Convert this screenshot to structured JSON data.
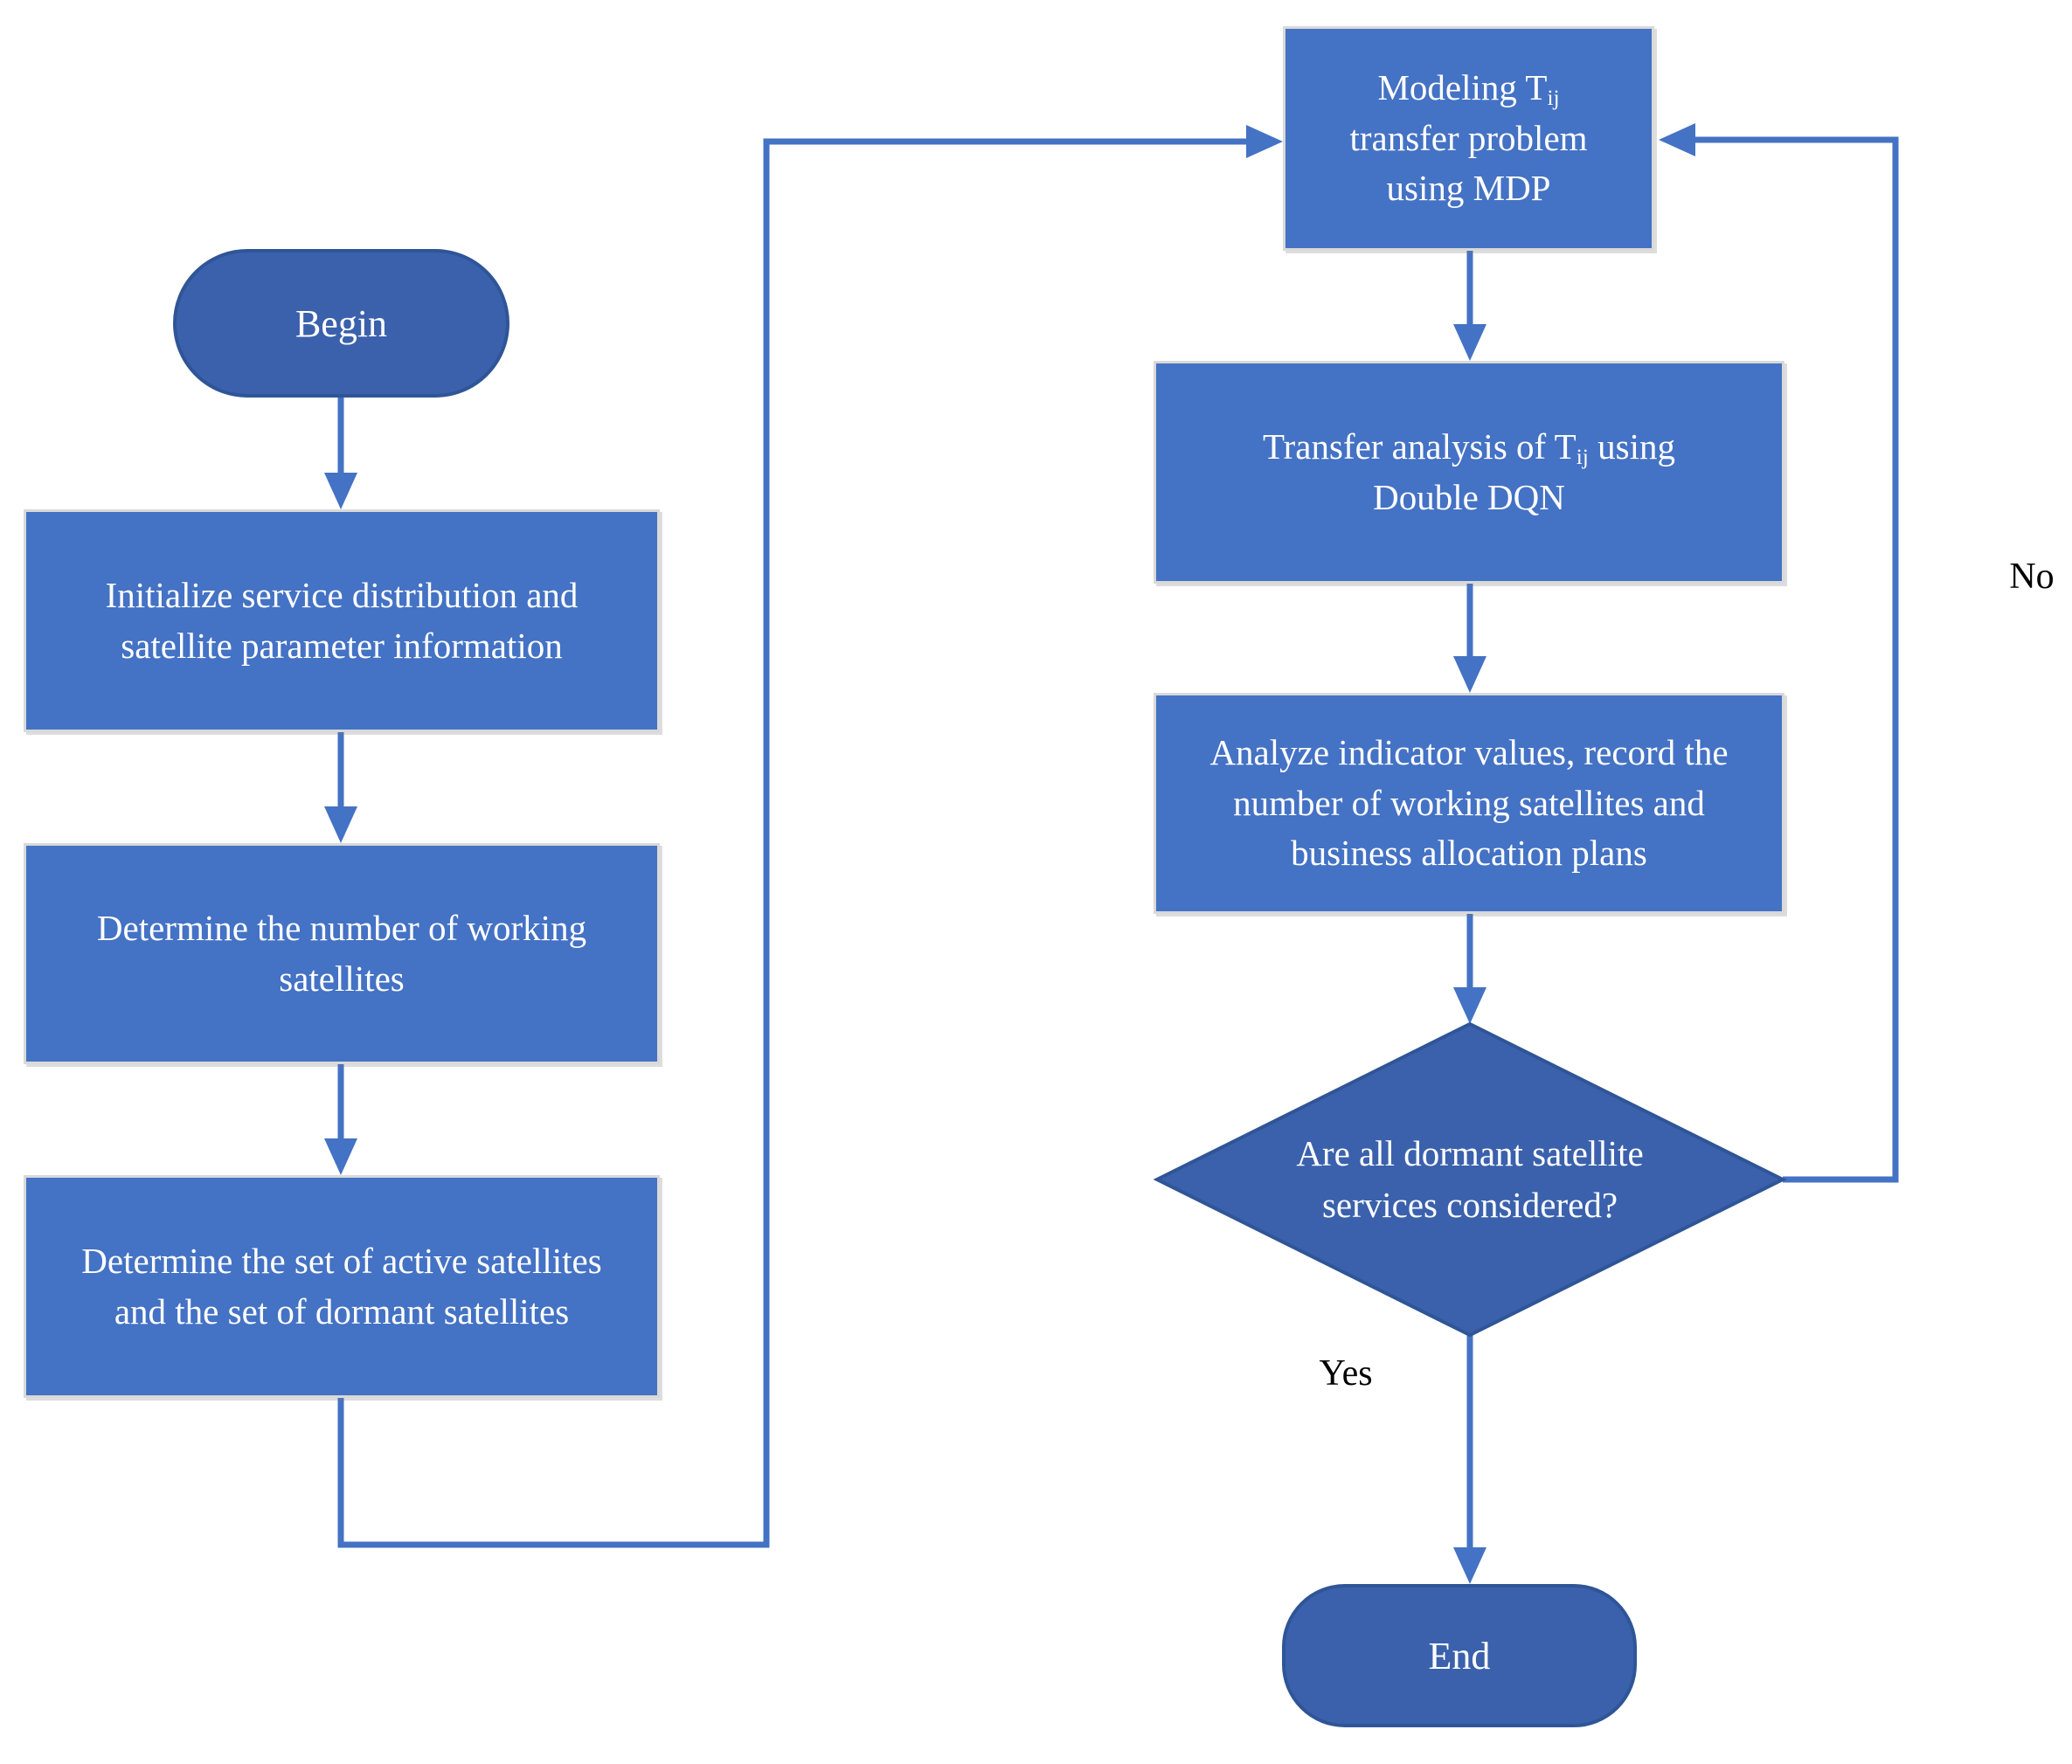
{
  "theme": {
    "background": "#FFFFFF",
    "rect_fill": "#4472C4",
    "rect_border": "#D9D9D9",
    "terminal_fill": "#3B61AC",
    "terminal_border": "#2F5597",
    "connector": "#4472C4",
    "node_text": "#FFFFFF",
    "label_text": "#000000"
  },
  "nodes": {
    "begin": {
      "label": "Begin"
    },
    "init": {
      "lines": [
        "Initialize service distribution and",
        "satellite parameter information"
      ]
    },
    "working": {
      "lines": [
        "Determine the number of working",
        "satellites"
      ]
    },
    "sets": {
      "lines": [
        "Determine the set of active satellites",
        "and the set of dormant satellites"
      ]
    },
    "modeling": {
      "line1_pre": "Modeling T",
      "line1_sub": "ij",
      "line2": "transfer problem",
      "line3": "using MDP"
    },
    "transfer": {
      "line1_pre": "Transfer analysis of T",
      "line1_sub": "ij",
      "line1_post": " using",
      "line2": "Double DQN"
    },
    "analyze": {
      "lines": [
        "Analyze indicator values, record the",
        "number of working satellites and",
        "business allocation plans"
      ]
    },
    "decision": {
      "lines": [
        "Are all dormant satellite",
        "services considered?"
      ]
    },
    "end": {
      "label": "End"
    }
  },
  "edge_labels": {
    "yes": "Yes",
    "no": "No"
  }
}
